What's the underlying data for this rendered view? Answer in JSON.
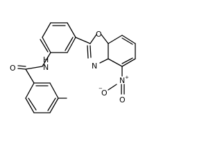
{
  "molecule": {
    "atoms": {
      "amide_o": {
        "symbol": "O"
      },
      "amide_n": {
        "symbol": "N",
        "hydrogen": "H"
      },
      "oxazole_o": {
        "symbol": "O"
      },
      "oxazole_n": {
        "symbol": "N"
      },
      "nitro_n": {
        "symbol": "N",
        "charge": "+"
      },
      "nitro_o_top": {
        "symbol": "O",
        "charge": "−"
      },
      "nitro_o_bottom": {
        "symbol": "O"
      }
    },
    "colors": {
      "bond": "#000000",
      "label": "#000000",
      "background": "#ffffff"
    }
  }
}
